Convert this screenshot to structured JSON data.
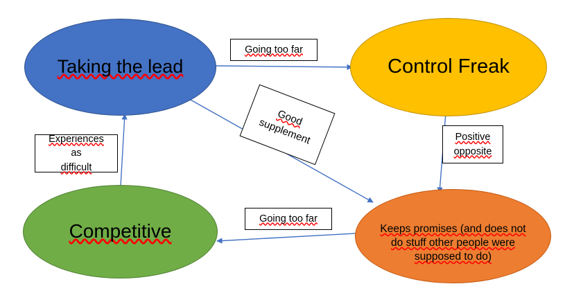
{
  "diagram": {
    "title": "Taking the lead / Control Freak / Competitive / Keeps promises relationship map",
    "background": "#ffffff",
    "arrow_color": "#4472C4",
    "nodes": [
      {
        "id": "taking-the-lead",
        "label": "Taking the lead",
        "color": "#4472C4",
        "border_color": "#2F528F",
        "spellcheck_underline": true
      },
      {
        "id": "control-freak",
        "label": "Control Freak",
        "color": "#FFC000",
        "border_color": "#BF9000",
        "spellcheck_underline": false
      },
      {
        "id": "competitive",
        "label": "Competitive",
        "color": "#70AD47",
        "border_color": "#507E32",
        "spellcheck_underline": true
      },
      {
        "id": "keeps-promises",
        "label": "Keeps promises (and does not do stuff other people were supposed to do)",
        "line1": "Keeps promises (and does not",
        "line2": "do stuff other people were",
        "line3": "supposed to do)",
        "color": "#ED7D31",
        "border_color": "#C55A11",
        "spellcheck_underline": true
      }
    ],
    "edge_labels": [
      {
        "id": "going-too-far-top",
        "text": "Going too far",
        "from": "taking-the-lead",
        "to": "control-freak"
      },
      {
        "id": "good-supplement",
        "line1": "Good",
        "line2": "supplement",
        "text": "Good supplement",
        "from": "taking-the-lead",
        "to": "keeps-promises",
        "rotated": true
      },
      {
        "id": "positive-opposite",
        "line1": "Positive",
        "line2": "opposite",
        "text": "Positive opposite",
        "from": "control-freak",
        "to": "keeps-promises"
      },
      {
        "id": "experiences-as-difficult",
        "line1": "Experiences",
        "line2": "as difficult",
        "text": "Experiences as difficult",
        "from": "competitive",
        "to": "taking-the-lead"
      },
      {
        "id": "going-too-far-bottom",
        "text": "Going too far",
        "from": "keeps-promises",
        "to": "competitive"
      }
    ]
  }
}
